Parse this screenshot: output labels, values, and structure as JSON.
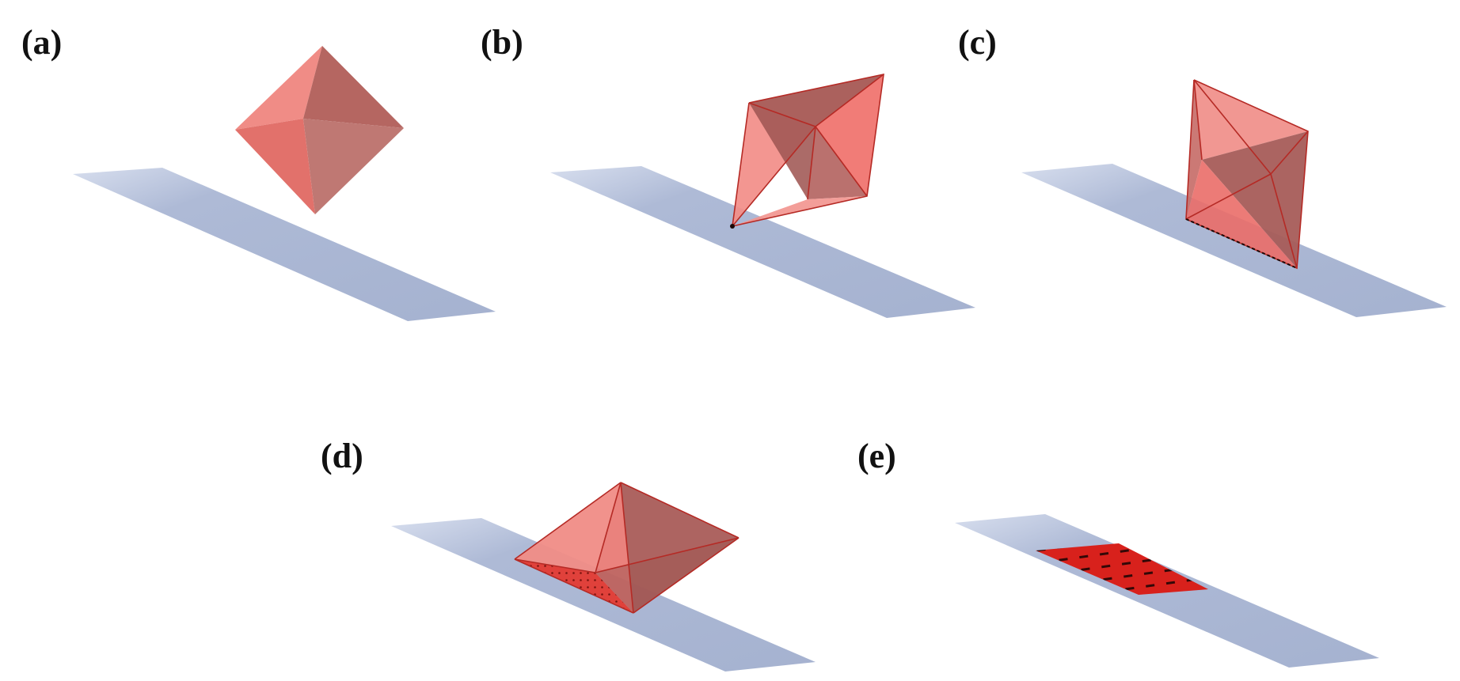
{
  "figure": {
    "panels": [
      {
        "id": "a",
        "label": "(a)",
        "stage": "octahedron above the strip"
      },
      {
        "id": "b",
        "label": "(b)",
        "stage": "vertex contact"
      },
      {
        "id": "c",
        "label": "(c)",
        "stage": "edge contact"
      },
      {
        "id": "d",
        "label": "(d)",
        "stage": "face contact"
      },
      {
        "id": "e",
        "label": "(e)",
        "stage": "flattened face on strip"
      }
    ],
    "colors": {
      "strip": "#a9b6d4",
      "strip_light": "#c8d1e6",
      "face_light": "#f08c86",
      "face_mid": "#e8706b",
      "face_dark": "#b2625e",
      "face_darker": "#9f5753",
      "edge": "#b52a25",
      "contact": "#e0241e",
      "contact_dark": "#9e1310",
      "mark": "#1b0705"
    },
    "icons": {
      "strip": "flat-strip-shape",
      "solid": "octahedron-shape"
    }
  }
}
